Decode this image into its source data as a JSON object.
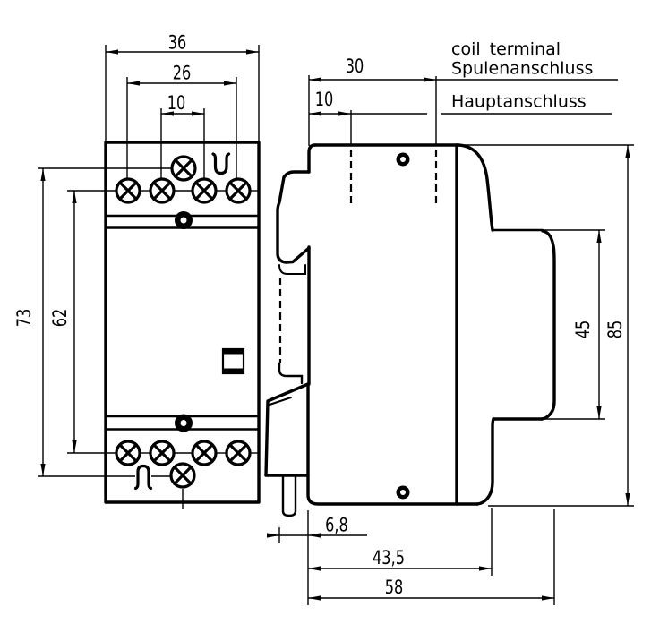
{
  "drawing": {
    "labels": {
      "coil_terminal_en": "coil terminal",
      "coil_terminal_de": "Spulenanschluss",
      "main_terminal_de": "Hauptanschluss"
    },
    "front": {
      "width": "36",
      "terminal_span": "26",
      "terminal_pitch": "10",
      "coil_screw_span": "73",
      "main_screw_span": "62"
    },
    "side": {
      "coil_terminal_depth": "30",
      "main_terminal_depth": "10",
      "upper_body_height": "45",
      "total_height": "85",
      "rail_recess": "6,8",
      "step_depth": "43,5",
      "total_depth": "58"
    }
  }
}
